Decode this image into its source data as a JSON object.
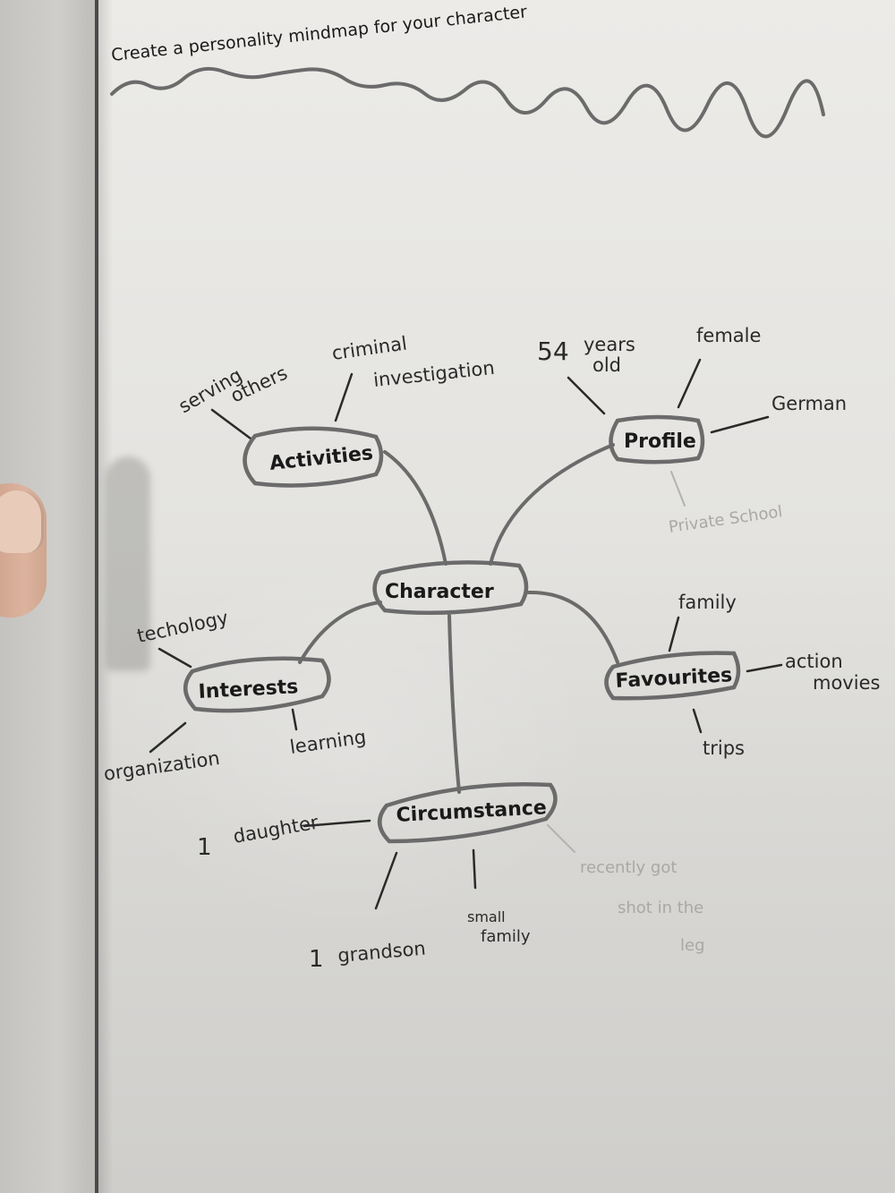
{
  "page": {
    "title": "Create a personality mindmap for your character"
  },
  "mindmap": {
    "center": {
      "label": "Character"
    },
    "branches": [
      {
        "label": "Activities",
        "leaves": [
          "serving others",
          "criminal investigation"
        ]
      },
      {
        "label": "Profile",
        "leaves": [
          "54 years old",
          "female",
          "German"
        ],
        "erased_leaves": [
          "Private School"
        ]
      },
      {
        "label": "Interests",
        "leaves": [
          "techology",
          "organization",
          "learning"
        ]
      },
      {
        "label": "Favourites",
        "leaves": [
          "family",
          "action movies",
          "trips"
        ]
      },
      {
        "label": "Circumstance",
        "leaves": [
          "1 daughter",
          "1 grandson",
          "small family"
        ],
        "erased_leaves": [
          "recently got shot in the leg"
        ]
      }
    ]
  },
  "leaf_text": {
    "serving": "serving",
    "others": "others",
    "criminal": "criminal",
    "investigation": "investigation",
    "age_num": "54",
    "age_years": "years",
    "age_old": "old",
    "female": "female",
    "german": "German",
    "private_school": "Private School",
    "techology": "techology",
    "organization": "organization",
    "learning": "learning",
    "family_fav": "family",
    "action": "action",
    "movies": "movies",
    "trips": "trips",
    "daughter_num": "1",
    "daughter": "daughter",
    "grandson_num": "1",
    "grandson": "grandson",
    "small": "small",
    "small_family": "family",
    "shot_1": "recently got",
    "shot_2": "shot in the",
    "shot_3": "leg"
  },
  "colors": {
    "ink": "#1a1a1a",
    "pencil": "#6b6b6b",
    "paper": "#e6e5e2",
    "erased": "#a9a8a5"
  }
}
